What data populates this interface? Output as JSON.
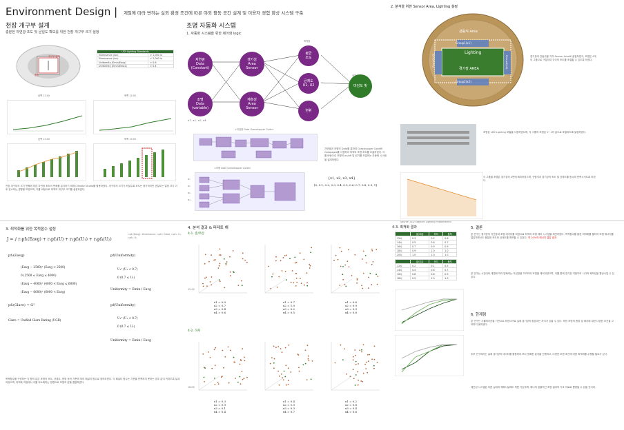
{
  "header": {
    "title": "Environment Design",
    "subtitle": "계절에 따라 변하는 실외 환경 조건에 따른 야외 활동 공간 설계 및 이용자 경험 향상 시스템 구축"
  },
  "section1": {
    "title": "천장 개구부 설계",
    "subtitle": "충분한 자연광 조도 및 균일도 확보를 위한 천장 개구부 크기 설정",
    "labels": {
      "area": "개구부 영역",
      "center": "중앙"
    },
    "table_header": "UDI Lighting Standards",
    "table_rows": [
      [
        "Illuminance (lux)",
        "> 1,000 lx"
      ],
      [
        "Illuminance (lux)",
        "> 2,000 lx"
      ],
      [
        "Uniformity (Emin/Eavg)",
        "> 0.6"
      ],
      [
        "Uniformity (Emin/Emax)",
        "> 0.4"
      ]
    ],
    "chart_titles": [
      "남쪽 12:00",
      "북쪽 12:00",
      "남쪽 15:00",
      "북쪽 15:00"
    ],
    "description": "천장 개구부의 크기 변화에 따른 자연광 조도의 변화를 분석하기 위해 Climate Studio를 활용하였다. 개구부의 크기가 커질수록 조도는 증가하지만 균일도는 일정 크기 이후 감소하는 경향을 보였으며, 이를 바탕으로 최적의 개구부 크기를 설정하였다."
  },
  "section_logic": {
    "title": "조명 자동화 시스템",
    "subtitle": "1. 자동화 시스템을 위한 제어화 logic",
    "layer_label": "목적층",
    "inputs": [
      {
        "label": "자연광\nData\n(Constant)"
      },
      {
        "label": "조명\nData\n(variable)"
      }
    ],
    "hidden": [
      {
        "label": "생기성\nArea\nSensor"
      },
      {
        "label": "계측성\nArea\nSensor"
      }
    ],
    "outputs": [
      {
        "label": "평균\n조도"
      },
      {
        "label": "균제도\nU1, U2"
      },
      {
        "label": "현휘"
      }
    ],
    "final": {
      "label": "마감도 빛"
    },
    "final_label": "최적화",
    "vars": "x1, x2, x3, x4",
    "gh_label_1": "<자연광 Data Grasshopper Code>",
    "gh_label_2": "<조명 Data Grasshopper Code>",
    "gh_note": "자연광과 조명의 Data를 통하여 Grasshopper Code와 Galapagos를 사용하여 최적의 조명 조도를 도출하였다. 이를 바탕으로 조명의 on/off 및 밝기를 조절하는 자동화 시스템을 설계하였다.",
    "range_formula": "{x1, x2, x3, x4}",
    "range_values": "[0, 0.1, 0.2, 0.3, 0.4, 0.5, 0.6, 0.7, 0.8, 0.9, 1]"
  },
  "section2": {
    "title": "2. 분석을 위한 Sensor Area, Lighting 설정",
    "labels": {
      "outer": "관람석 Area",
      "group1": "Group1(x1)",
      "lighting": "Lighting",
      "field": "경기장 AREA",
      "group2": "Group2(x2)",
      "group3": "Group3(x3)",
      "group4": "Group4(x4)"
    },
    "side_note": "경기장과 관람석을 각각 Sensor Area로 설정하였고, 조명은 4개의 그룹으로 구분하여 각각의 조도를 조절할 수 있도록 하였다.",
    "note_2": "조명은 LED Lighting 모듈을 사용하였으며, 각 그룹의 조명은 0~1의 값으로 조절되도록 설정하였다.",
    "note_3": "각 그룹별 조명은 경기장의 4면에 배치하였으며, 관람석과 경기장의 조도 및 균제도를 동시에 만족시키도록 하였다.",
    "legend": "Source: LED Stadium Lighting Photometrics"
  },
  "section3": {
    "title": "3. 최적화를 위한 목적함수 설정",
    "main_formula": "J = ∫ r₁pf₁(Eavg) + r₂pf₂(U) + r₃pf₃(U₁) + r₄pf₄(U₂)",
    "pf1_label": "pf₁(Eavg)",
    "pf1_cases": [
      "(Eavg − 2500)²   (Eavg < 2500)",
      "0                  (2500 ≤ Eavg ≤ 4000)",
      "(Eavg − 4000)²   (4000 < Eavg ≤ 6000)",
      "(Eavg − 6000)²   (6000 < Eavg)"
    ],
    "pf2_label": "pf₂(Glare) = G²",
    "pf_uni_label": "pf(Uniformity)",
    "pf_uni_cases": [
      "U₁²   (U₁ < 0.7)",
      "0    (0.7 ≤ U₁)"
    ],
    "uni_formula": "Uniformity = Emin / Eavg",
    "glare_formula": "Glare = Unified Glare Rating (UGR)",
    "side_formula": "r₁pf₁(Eavg): Illuminance, r₂pf₂: Glare, r₃pf₃: U₁, r₄pf₄: U₂",
    "description": "목적함수를 구성하는 각 항의 값은 조명의 조도, 균제도, 현휘 등의 기준에 따라 패널티 함수로 정의하였다. 각 패널티 함수는 기준을 만족하지 못하는 경우 값이 커지도록 설계되었으며, 최적화 과정에서 이를 최소화하는 방향으로 조명의 값을 결정하였다."
  },
  "section4": {
    "title": "4. 분석 결과 & 퍼레토 해",
    "sub1": "4-1. 춘/추분",
    "sub2": "4-2. 하지",
    "sub3": "4-3. 최적화 결과",
    "solution_1": [
      "x1 = 0.0",
      "x2 = 0.7",
      "x3 = 0.4",
      "x4 = 0.6"
    ],
    "solution_2": [
      "x1 = 0.7",
      "x2 = 1.0",
      "x3 = 0.2",
      "x4 = 0.5"
    ],
    "solution_3": [
      "x1 = 0.6",
      "x2 = 0.9",
      "x3 = 0.3",
      "x4 = 0.8"
    ],
    "solution_4": [
      "x1 = 0.3",
      "x2 = 0.9",
      "x3 = 0.1",
      "x4 = 0.4"
    ],
    "solution_5": [
      "x1 = 0.4",
      "x2 = 1.0",
      "x3 = 0.3",
      "x4 = 0.7"
    ],
    "solution_6": [
      "x1 = 0.2",
      "x2 = 0.8",
      "x3 = 0.4",
      "x4 = 0.6"
    ],
    "side_labels": [
      "12:00",
      "18:00"
    ],
    "table1_header": [
      "",
      "춘/추분",
      "하지",
      "동지"
    ],
    "table1_rows": [
      [
        "12시",
        "0.3",
        "0.2",
        "0.6"
      ],
      [
        "14시",
        "0.5",
        "0.6",
        "0.7"
      ],
      [
        "16시",
        "0.7",
        "0.9",
        "0.9"
      ],
      [
        "18시",
        "0.9",
        "1.0",
        "1.0"
      ],
      [
        "20시",
        "1.0",
        "1.0",
        "1.0"
      ]
    ],
    "table2_rows": [
      [
        "12시",
        "0.2",
        "0.1",
        "0.5"
      ],
      [
        "14시",
        "0.4",
        "0.6",
        "0.7"
      ],
      [
        "16시",
        "0.8",
        "0.8",
        "0.9"
      ],
      [
        "18시",
        "0.9",
        "1.0",
        "1.0"
      ]
    ]
  },
  "section5": {
    "title": "5. 결론",
    "para1": "본 연구는 경기장의 자연광과 조명 데이터를 바탕으로 최적의 조명 제어 시스템을 제안하였다. 목적함수를 통한 최적화를 통하여 조명 에너지를 절감하면서도 충분한 조도와 균제도를 확보할 수 있었다.",
    "para1_hl": "약 20%의 에너지 절감 효과",
    "para2": "본 연구는 시간대와 계절에 따라 변화하는 자연광을 고려하여 조명을 제어하였으며, 이를 통해 경기장 이용자의 시각적 쾌적성을 향상시킬 수 있었다.",
    "sub": "6. 한계점",
    "para3": "본 연구는 시뮬레이션을 기반으로 하였으므로 실제 경기장의 환경과는 차이가 있을 수 있다. 또한 조명의 종류 및 배치에 대한 다양한 조건을 고려하지 못하였다.",
    "para4": "추후 연구에서는 실제 경기장의 데이터를 활용하여 보다 정확한 분석을 진행하고, 다양한 조명 조건에 대한 최적화를 수행할 필요가 있다.",
    "para5": "제안된 시스템은 다른 실내외 체육시설에도 적용 가능하며, 에너지 효율적인 조명 설계의 기초 자료로 활용될 수 있을 것이다."
  }
}
